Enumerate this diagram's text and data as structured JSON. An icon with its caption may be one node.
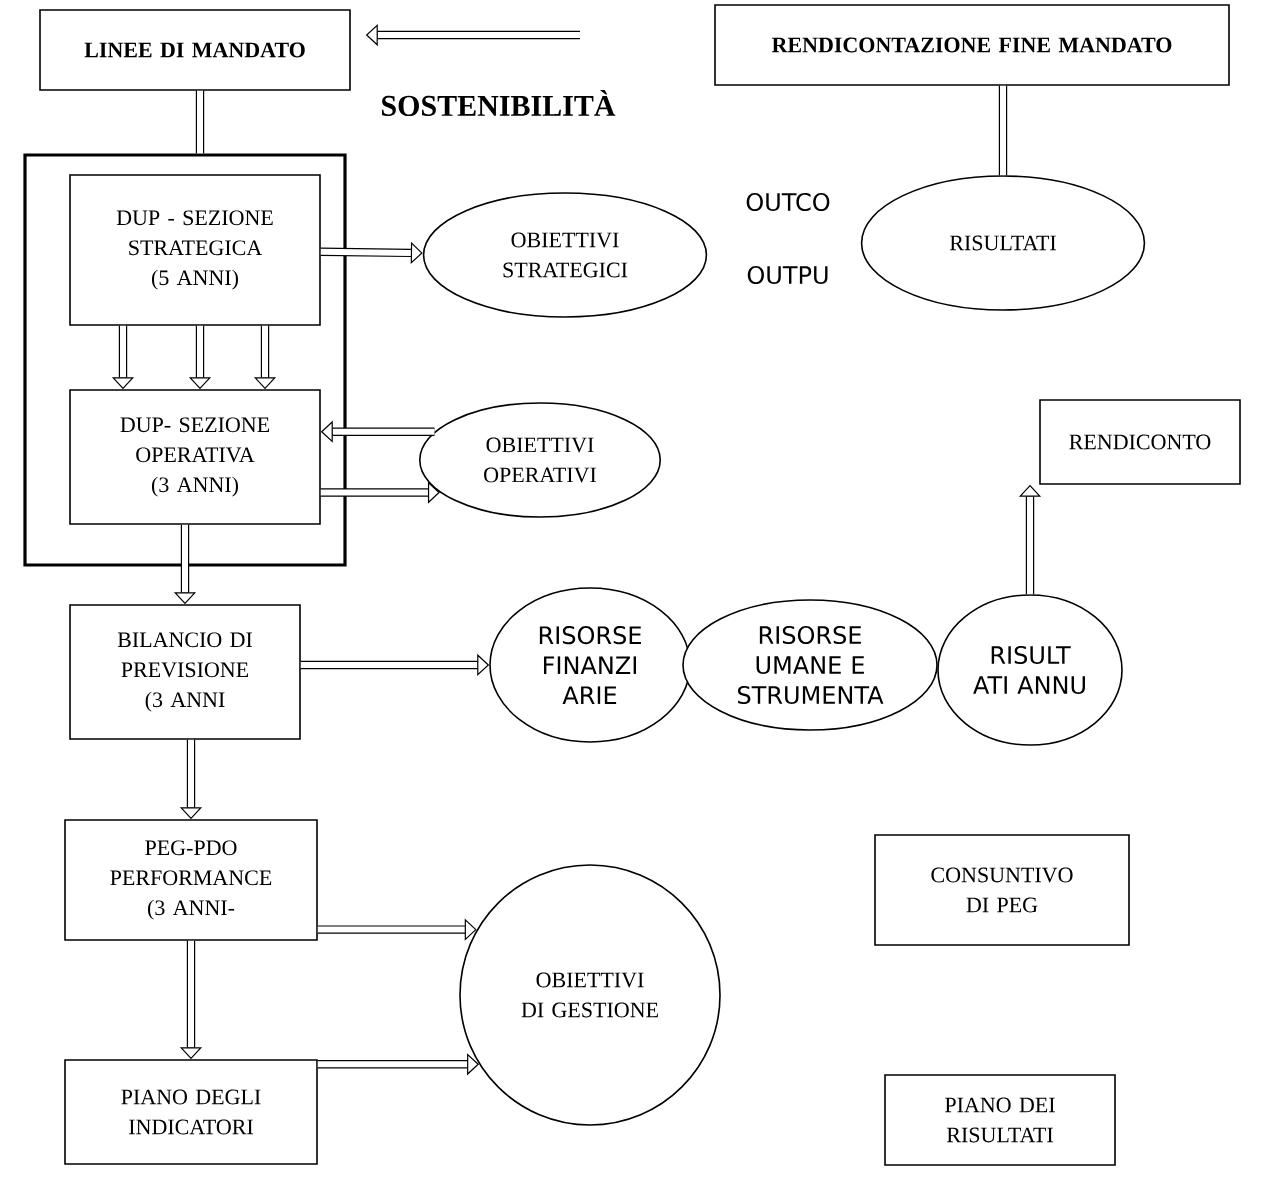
{
  "diagram": {
    "nodes": [
      {
        "text": [
          "LINEE DI MANDATO"
        ]
      },
      {
        "text": [
          "RENDICONTAZIONE FINE MANDATO"
        ]
      },
      {
        "text": [],
        "shape": "box"
      },
      {
        "text": [
          "DUP - SEZIONE STRATEGICA (5 ANNI)"
        ],
        "in": 2
      },
      {
        "text": [
          "DUP- SEZIONE OPERATIVA (3 ANNI)"
        ],
        "in": 2
      },
      {
        "text": [
          "OBIETTIVI STRATEGICI"
        ]
      },
      {
        "text": [
          "RISULTATI"
        ]
      },
      {
        "text": [
          "OBIETTIVI OPERATIVI"
        ]
      },
      {
        "text": [
          "RENDICONTO"
        ]
      },
      {
        "text": [
          "BILANCIO DI PREVISIONE (3 ANNI"
        ]
      },
      {
        "text": [
          "RISORSE FINANZI ARIE"
        ]
      },
      {
        "text": [
          "RISORSE UMANE E STRUMENTA"
        ]
      },
      {
        "text": [
          "RISULT ATI ANNU"
        ]
      },
      {
        "text": [
          "PEG-PDO PERFORMANCE (3 ANNI-"
        ]
      },
      {
        "text": [
          "OBIETTIVI DI GESTIONE"
        ]
      },
      {
        "text": [
          "CONSUNTIVO DI PEG"
        ]
      },
      {
        "text": [
          "PIANO DEGLI INDICATORI"
        ]
      },
      {
        "text": [
          "PIANO DEI RISULTATI"
        ]
      }
    ],
    "edges": [
      {
        "from": null,
        "to": 0,
        "arrow": "to"
      },
      {
        "from": 0,
        "to": 2,
        "arrow": "none"
      },
      {
        "from": 1,
        "to": 6,
        "arrow": "none"
      },
      {
        "from": 3,
        "to": 5,
        "arrow": "to"
      },
      {
        "from": 3,
        "to": 4,
        "arrow": "to"
      },
      {
        "from": 3,
        "to": 4,
        "arrow": "to"
      },
      {
        "from": 3,
        "to": 4,
        "arrow": "to"
      },
      {
        "from": 7,
        "to": 4,
        "arrow": "to"
      },
      {
        "from": 4,
        "to": 7,
        "arrow": "to"
      },
      {
        "from": 4,
        "to": 9,
        "arrow": "to"
      },
      {
        "from": 9,
        "to": 10,
        "arrow": "to"
      },
      {
        "from": 12,
        "to": 8,
        "arrow": "to"
      },
      {
        "from": 9,
        "to": 13,
        "arrow": "to"
      },
      {
        "from": 13,
        "to": 14,
        "arrow": "to"
      },
      {
        "from": 13,
        "to": 16,
        "arrow": "to"
      },
      {
        "from": 16,
        "to": 14,
        "arrow": "to"
      }
    ],
    "labels": [
      "SOSTENIBILITÀ",
      "OUTCO",
      "OUTPU"
    ]
  }
}
